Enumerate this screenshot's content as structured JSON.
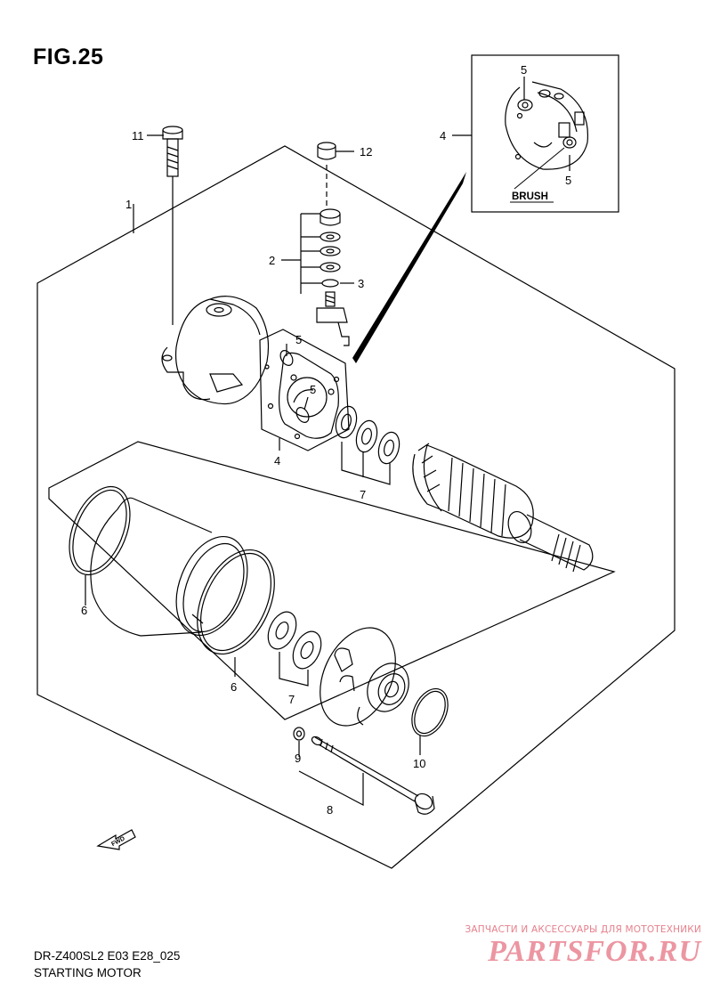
{
  "figure": {
    "title": "FIG.25"
  },
  "callouts": [
    {
      "id": "c1",
      "label": "1"
    },
    {
      "id": "c2",
      "label": "2"
    },
    {
      "id": "c3",
      "label": "3"
    },
    {
      "id": "c4a",
      "label": "4"
    },
    {
      "id": "c4b",
      "label": "4"
    },
    {
      "id": "c5a",
      "label": "5"
    },
    {
      "id": "c5b",
      "label": "5"
    },
    {
      "id": "c5c",
      "label": "5"
    },
    {
      "id": "c5d",
      "label": "5"
    },
    {
      "id": "c6a",
      "label": "6"
    },
    {
      "id": "c6b",
      "label": "6"
    },
    {
      "id": "c7a",
      "label": "7"
    },
    {
      "id": "c7b",
      "label": "7"
    },
    {
      "id": "c8",
      "label": "8"
    },
    {
      "id": "c9",
      "label": "9"
    },
    {
      "id": "c10",
      "label": "10"
    },
    {
      "id": "c11",
      "label": "11"
    },
    {
      "id": "c12",
      "label": "12"
    }
  ],
  "inset": {
    "label": "BRUSH"
  },
  "fwd_label": "FWD",
  "footer": {
    "model_code": "DR-Z400SL2 E03 E28_025",
    "caption": "STARTING MOTOR"
  },
  "watermark": {
    "tagline": "ЗАПЧАСТИ И АКСЕССУАРЫ ДЛЯ МОТОТЕХНИКИ",
    "brand": "PARTSFOR.RU"
  },
  "colors": {
    "line": "#000000",
    "watermark": "#ec96a2"
  }
}
